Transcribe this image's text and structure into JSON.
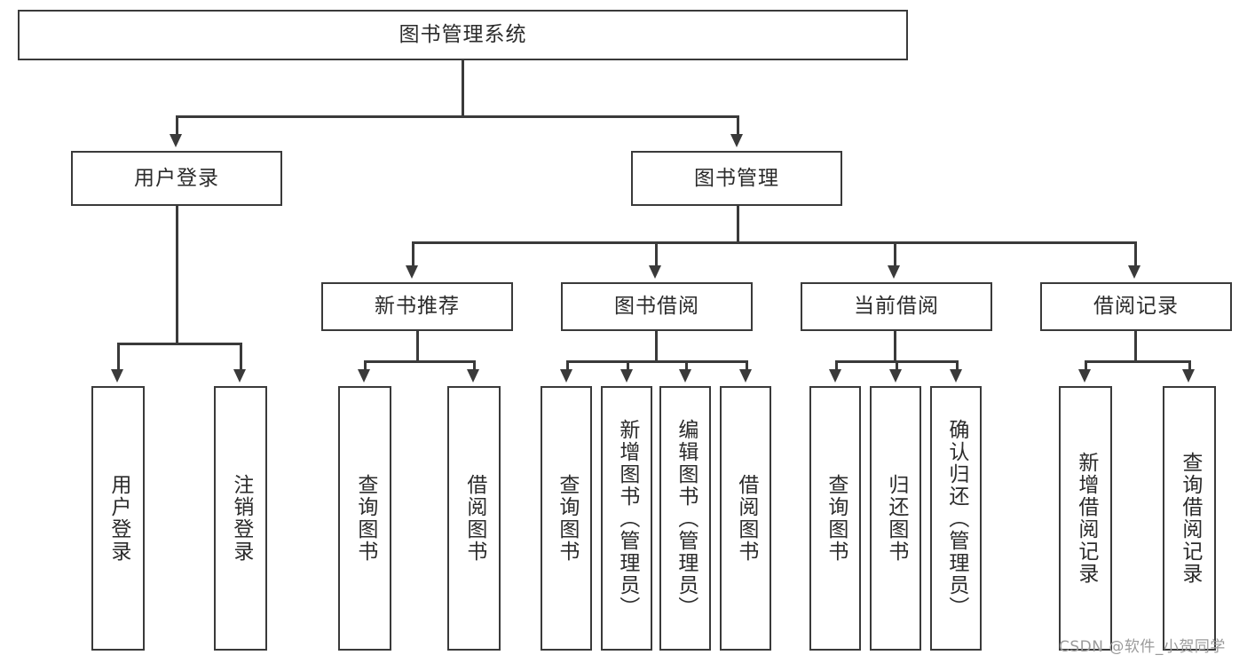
{
  "diagram": {
    "type": "tree-hierarchy-flowchart",
    "title_node": {
      "id": "root",
      "label": "图书管理系统"
    },
    "level2": [
      {
        "id": "user-login",
        "label": "用户登录"
      },
      {
        "id": "book-manage",
        "label": "图书管理"
      }
    ],
    "level3": [
      {
        "id": "new-book-recommend",
        "label": "新书推荐",
        "parent": "book-manage"
      },
      {
        "id": "book-borrow",
        "label": "图书借阅",
        "parent": "book-manage"
      },
      {
        "id": "current-borrow",
        "label": "当前借阅",
        "parent": "book-manage"
      },
      {
        "id": "borrow-record",
        "label": "借阅记录",
        "parent": "book-manage"
      }
    ],
    "leaves": {
      "user_login": [
        {
          "id": "leaf-user-login",
          "label": "用户登录"
        },
        {
          "id": "leaf-user-logout",
          "label": "注销登录"
        }
      ],
      "new_book_recommend": [
        {
          "id": "leaf-query-book-1",
          "label": "查询图书"
        },
        {
          "id": "leaf-borrow-book-1",
          "label": "借阅图书"
        }
      ],
      "book_borrow": [
        {
          "id": "leaf-query-book-2",
          "label": "查询图书"
        },
        {
          "id": "leaf-add-book",
          "label": "新增图书（管理员）"
        },
        {
          "id": "leaf-edit-book",
          "label": "编辑图书（管理员）"
        },
        {
          "id": "leaf-borrow-book-2",
          "label": "借阅图书"
        }
      ],
      "current_borrow": [
        {
          "id": "leaf-query-book-3",
          "label": "查询图书"
        },
        {
          "id": "leaf-return-book",
          "label": "归还图书"
        },
        {
          "id": "leaf-confirm-return",
          "label": "确认归还（管理员）"
        }
      ],
      "borrow_record": [
        {
          "id": "leaf-add-record",
          "label": "新增借阅记录"
        },
        {
          "id": "leaf-query-record",
          "label": "查询借阅记录"
        }
      ]
    },
    "watermark": "CSDN @软件_小贺同学",
    "colors": {
      "stroke": "#3a3a3a",
      "fill": "#ffffff",
      "text": "#2b2b2b",
      "watermark": "#9b9b9b"
    }
  }
}
